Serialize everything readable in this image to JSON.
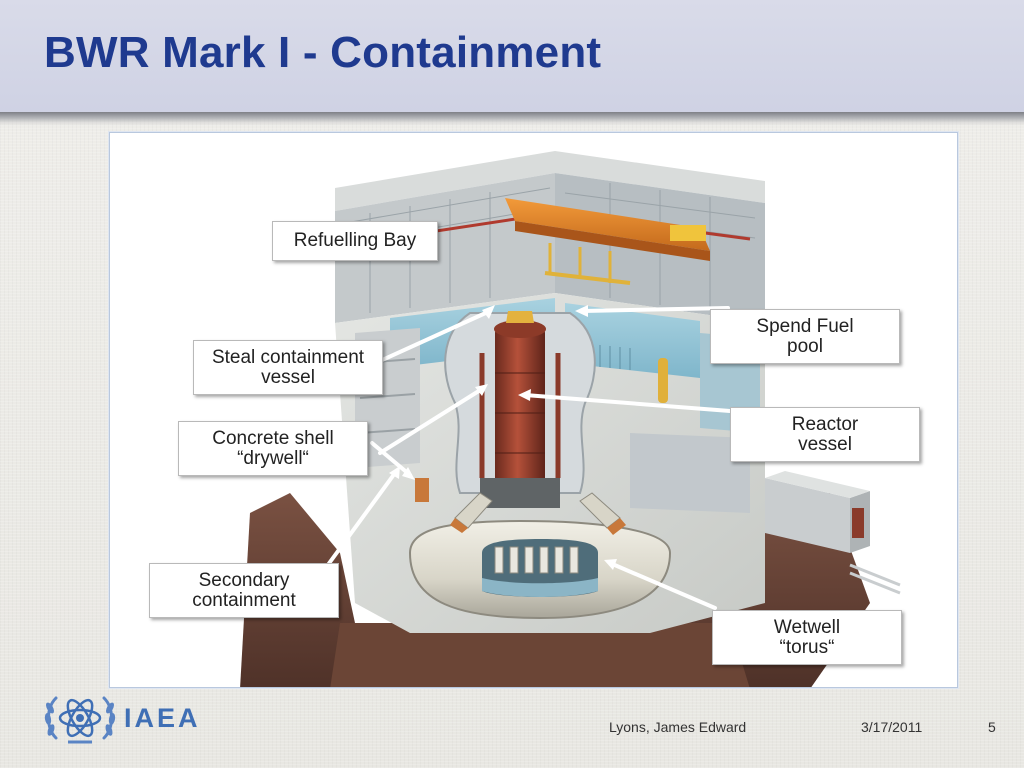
{
  "slide": {
    "title": "BWR Mark I - Containment",
    "page_number": "5"
  },
  "figure": {
    "callouts": {
      "refuelling_bay": [
        "Refuelling Bay"
      ],
      "spend_fuel_pool": [
        "Spend Fuel",
        "pool"
      ],
      "steal_containment_vessel": [
        "Steal containment",
        "vessel"
      ],
      "reactor_vessel": [
        "Reactor",
        "vessel"
      ],
      "concrete_shell": [
        "Concrete shell",
        "“drywell“"
      ],
      "secondary_containment": [
        "Secondary",
        "containment"
      ],
      "wetwell": [
        "Wetwell",
        "“torus“"
      ]
    }
  },
  "footer": {
    "logo_text": "IAEA",
    "author": "Lyons, James Edward",
    "date": "3/17/2011"
  },
  "colors": {
    "title": "#1f3a8f",
    "header_band": "#d4d6e7",
    "logo_blue": "#3f6fb5"
  }
}
